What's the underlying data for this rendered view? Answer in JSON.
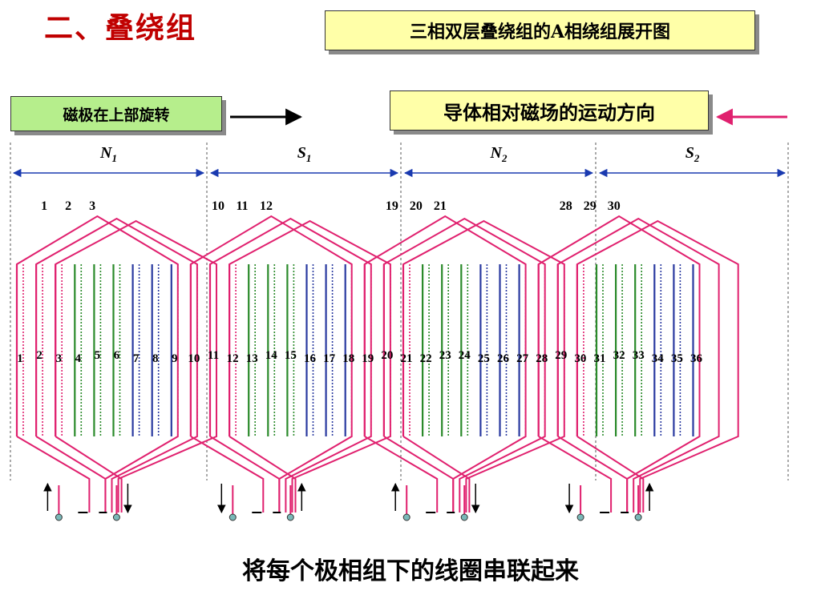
{
  "title": "二、叠绕组",
  "header_box": "三相双层叠绕组的A相绕组展开图",
  "pole_rotation_label": "磁极在上部旋转",
  "conductor_motion_label": "导体相对磁场的运动方向",
  "poles": [
    {
      "letter": "N",
      "sub": "1"
    },
    {
      "letter": "S",
      "sub": "1"
    },
    {
      "letter": "N",
      "sub": "2"
    },
    {
      "letter": "S",
      "sub": "2"
    }
  ],
  "coil_groups": [
    [
      "1",
      "2",
      "3"
    ],
    [
      "10",
      "11",
      "12"
    ],
    [
      "19",
      "20",
      "21"
    ],
    [
      "28",
      "29",
      "30"
    ]
  ],
  "slot_numbers": [
    "1",
    "2",
    "3",
    "4",
    "5",
    "6",
    "7",
    "8",
    "9",
    "10",
    "11",
    "12",
    "13",
    "14",
    "15",
    "16",
    "17",
    "18",
    "19",
    "20",
    "21",
    "22",
    "23",
    "24",
    "25",
    "26",
    "27",
    "28",
    "29",
    "30",
    "31",
    "32",
    "33",
    "34",
    "35",
    "36"
  ],
  "caption": "将每个极相组下的线圈串联起来",
  "colors": {
    "title": "#c00000",
    "coil": "#e0206e",
    "phase_b": "#2a8a2a",
    "phase_c": "#2a3aa0",
    "pole_arrow": "#1a3ab0",
    "yellow_box": "#ffffa8",
    "green_box": "#b6ee8c",
    "terminal": "#7ab8b8"
  }
}
